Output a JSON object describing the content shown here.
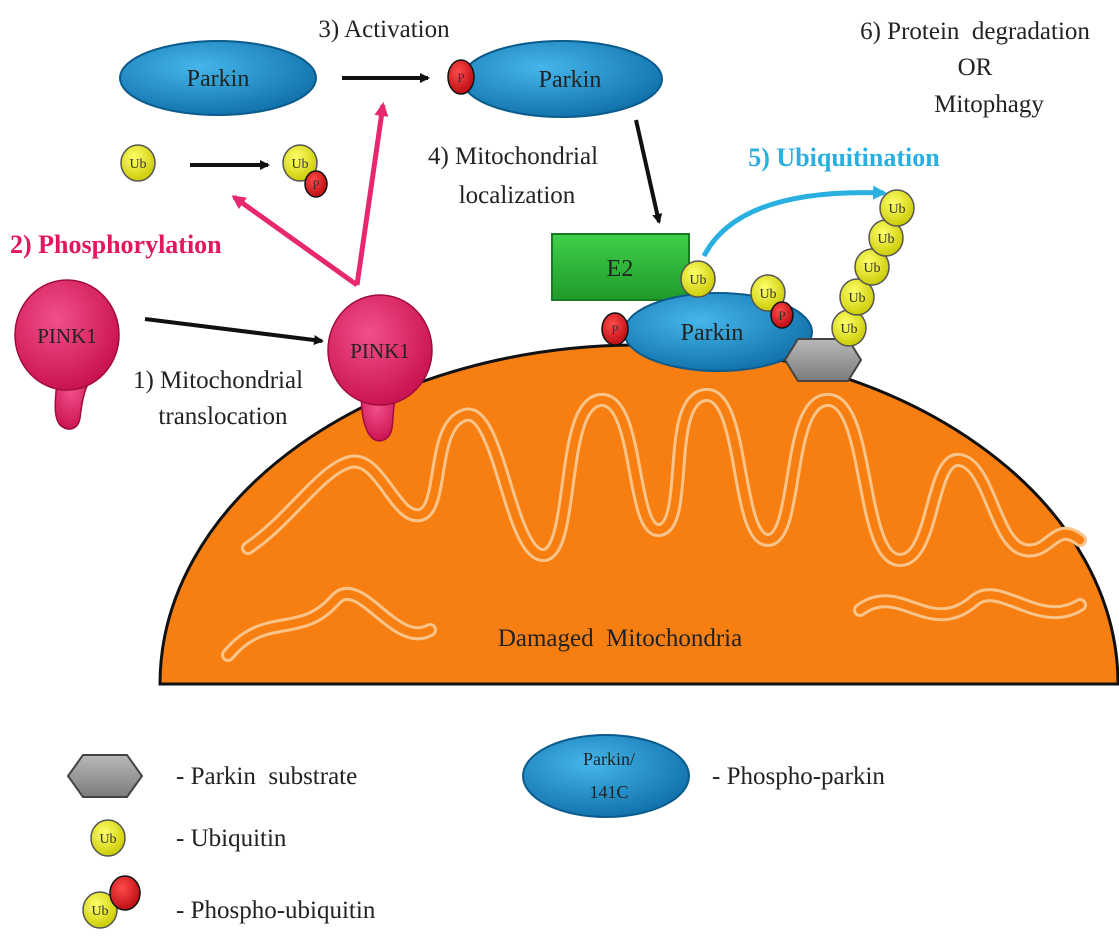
{
  "steps": {
    "s1_line1": "1) Mitochondrial",
    "s1_line2": "translocation",
    "s2": "2) Phosphorylation",
    "s3": "3) Activation",
    "s4_line1": "4) Mitochondrial",
    "s4_line2": "localization",
    "s5": "5) Ubiquitination",
    "s6_line1": "6) Protein  degradation",
    "s6_line2": "OR",
    "s6_line3": "Mitophagy"
  },
  "labels": {
    "parkin": "Parkin",
    "pink1": "PINK1",
    "e2": "E2",
    "ub": "Ub",
    "p": "P",
    "mito": "Damaged  Mitochondria"
  },
  "legend": {
    "substrate": "- Parkin  substrate",
    "ubiquitin": "- Ubiquitin",
    "phospho_ub": "- Phospho-ubiquitin",
    "parkin_line1": "Parkin/",
    "parkin_line2": "141C",
    "phospho_parkin": "- Phospho-parkin"
  },
  "colors": {
    "parkin": "#1e8fc9",
    "pink1": "#e3165f",
    "ubiquitin": "#e6e61a",
    "phosphate": "#e0141e",
    "mitochondria": "#f77f12",
    "e2": "#2db83a",
    "substrate": "#9a9a9a",
    "ubiquitination_arrow": "#2ab0e0",
    "phosphorylation_arrow": "#e8286e"
  }
}
